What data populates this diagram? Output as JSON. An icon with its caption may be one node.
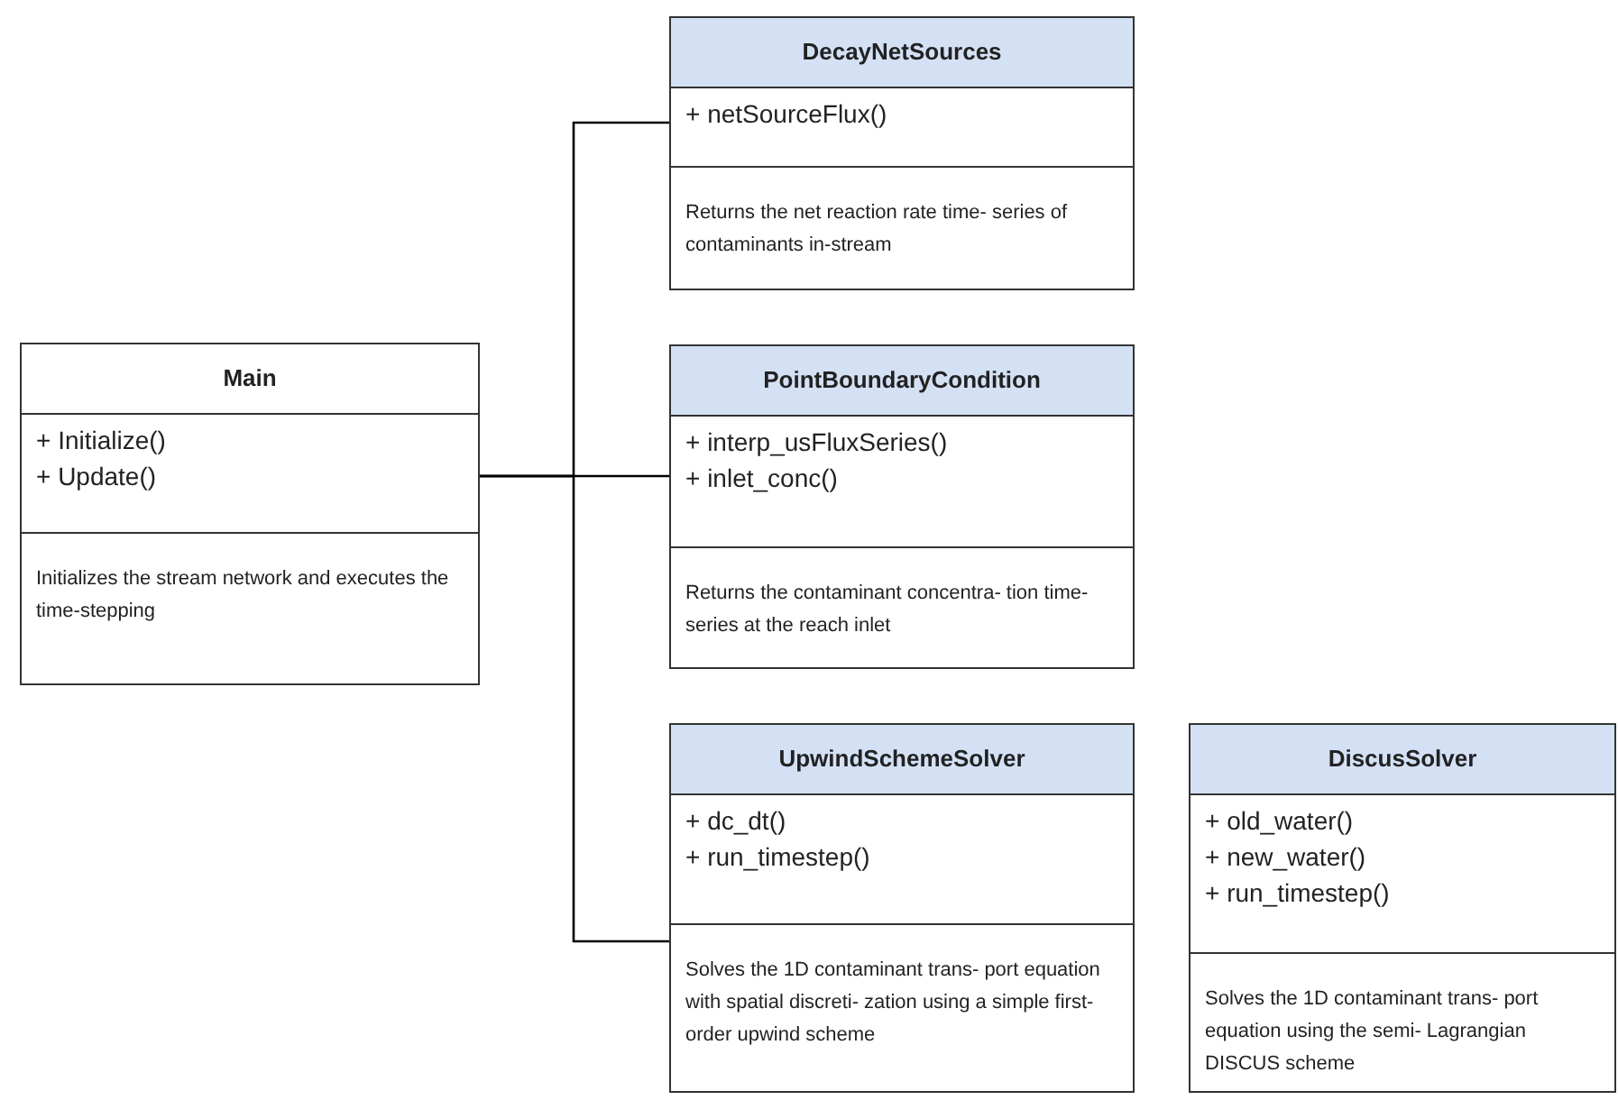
{
  "diagram": {
    "nodes": [
      {
        "text": [
          "Main",
          "+ Initialize()",
          "+ Update()",
          "Initializes the stream network and executes the time-stepping"
        ]
      },
      {
        "text": [
          "DecayNetSources",
          "+ netSourceFlux()",
          "Returns the net reaction rate time- series of contaminants in-stream"
        ]
      },
      {
        "text": [
          "PointBoundaryCondition",
          "+ interp_usFluxSeries()",
          "+ inlet_conc()",
          "Returns the contaminant concentra- tion time-series at the reach inlet"
        ]
      },
      {
        "text": [
          "UpwindSchemeSolver",
          "+ dc_dt()",
          "+ run_timestep()",
          "Solves the 1D contaminant trans- port equation with spatial discreti- zation using a simple first-order upwind scheme"
        ]
      },
      {
        "text": [
          "DiscusSolver",
          "+ old_water()",
          "+ new_water()",
          "+ run_timestep()",
          "Solves the 1D contaminant trans- port equation using the semi- Lagrangian DISCUS scheme"
        ]
      }
    ],
    "edges": [
      {
        "from": 0,
        "to": 1,
        "arrow": "none"
      },
      {
        "from": 0,
        "to": 2,
        "arrow": "none"
      },
      {
        "from": 0,
        "to": 3,
        "arrow": "none"
      }
    ]
  }
}
